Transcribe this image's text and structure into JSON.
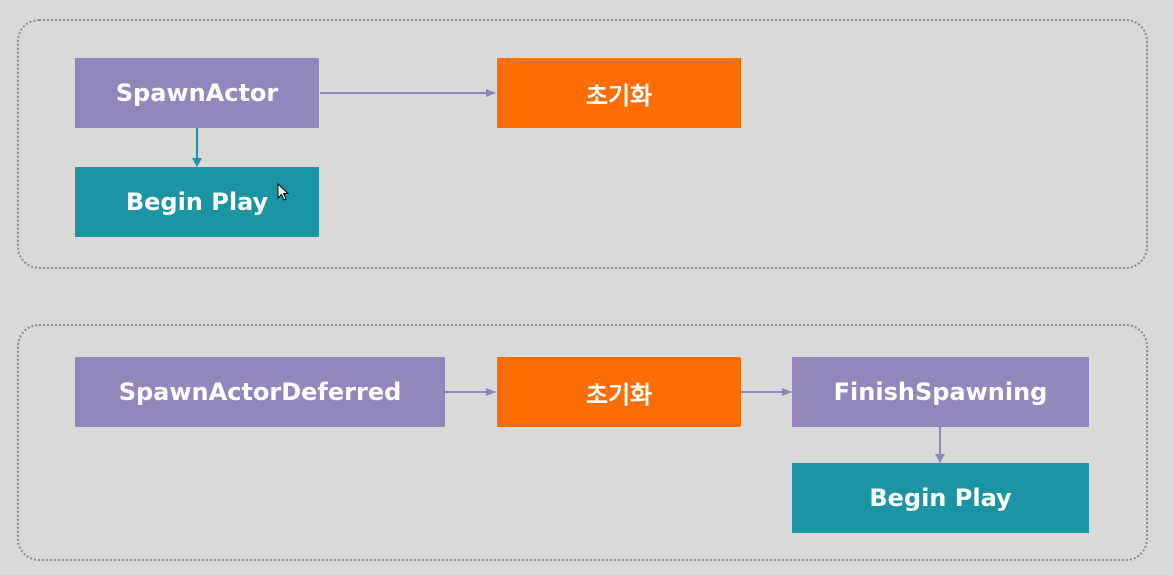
{
  "top": {
    "spawn_actor": "SpawnActor",
    "init": "초기화",
    "begin_play": "Begin Play"
  },
  "bottom": {
    "spawn_actor_deferred": "SpawnActorDeferred",
    "init": "초기화",
    "finish_spawning": "FinishSpawning",
    "begin_play": "Begin Play"
  },
  "colors": {
    "background": "#d9d9d9",
    "spawn_node": "#9585bd",
    "init_node": "#ff6d05",
    "begin_play_node": "#1a94a3",
    "purple_arrow": "#9585bd",
    "teal_arrow": "#1a94a3",
    "panel_border": "#8a8a8a"
  }
}
